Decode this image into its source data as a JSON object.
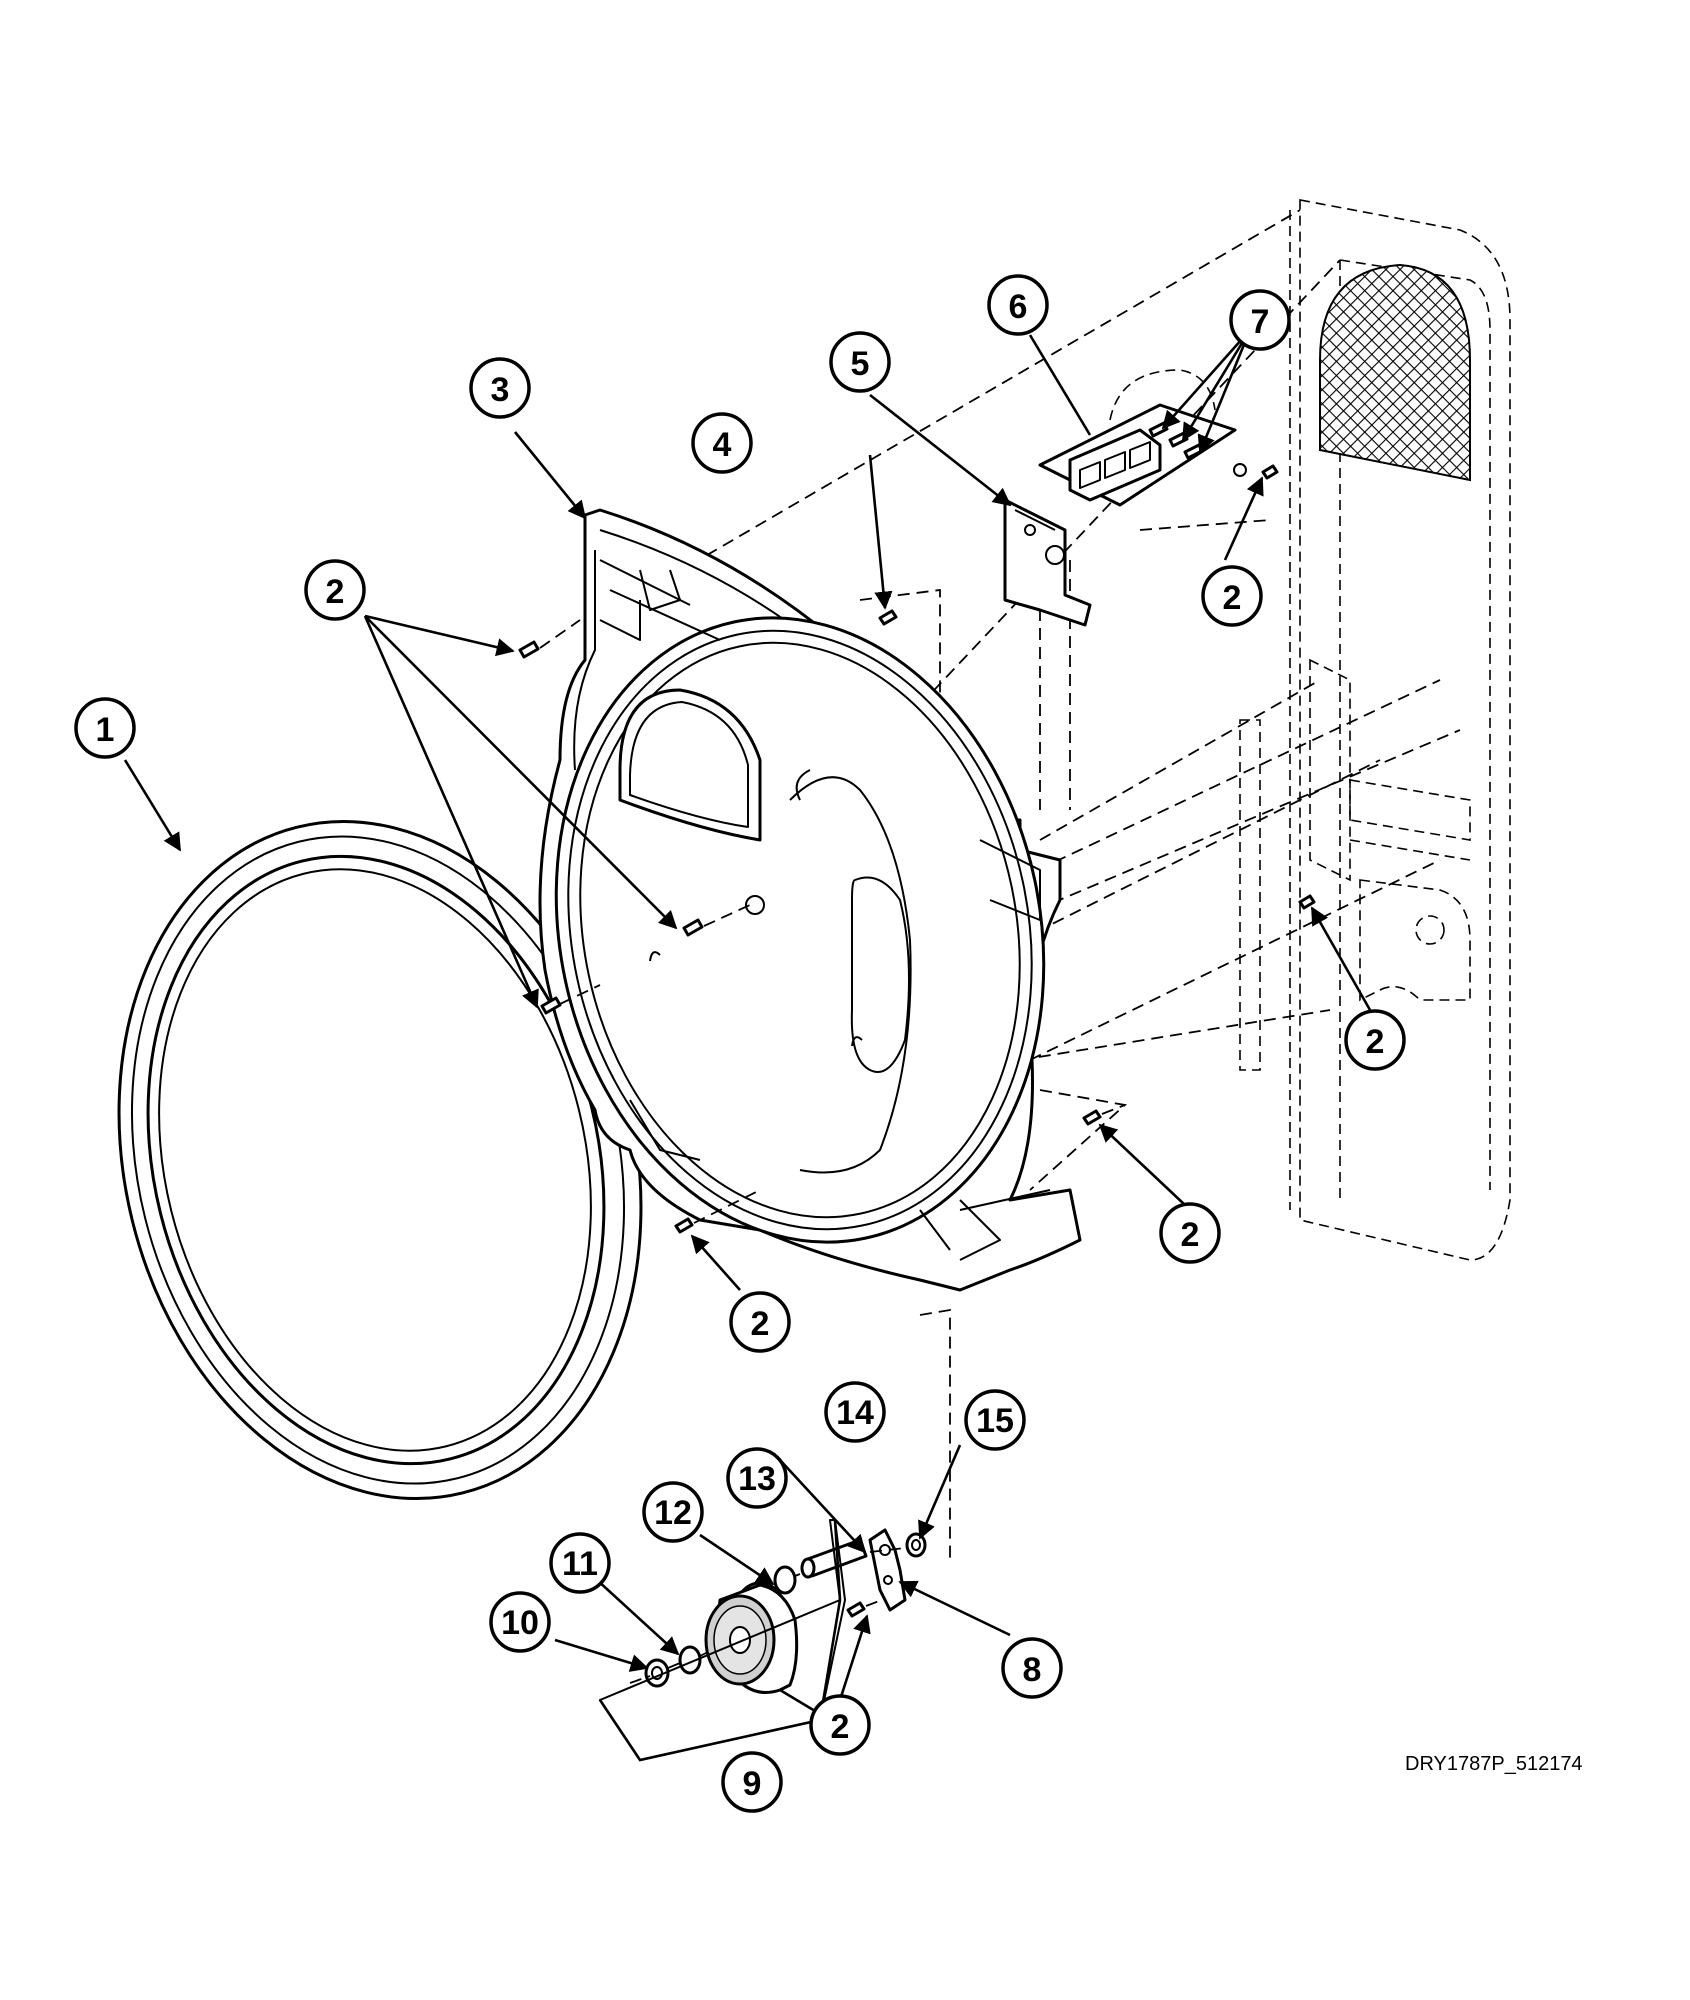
{
  "drawing_id": "DRY1787P_512174",
  "callouts": [
    {
      "label": "1",
      "part": "door-seal-ring"
    },
    {
      "label": "2",
      "part": "screw"
    },
    {
      "label": "3",
      "part": "front-bulkhead-panel"
    },
    {
      "label": "4",
      "part": "screw"
    },
    {
      "label": "5",
      "part": "mounting-bracket"
    },
    {
      "label": "6",
      "part": "terminal-block"
    },
    {
      "label": "7",
      "part": "terminal-screws"
    },
    {
      "label": "8",
      "part": "roller-bracket"
    },
    {
      "label": "9",
      "part": "drum-roller"
    },
    {
      "label": "10",
      "part": "retaining-ring"
    },
    {
      "label": "11",
      "part": "washer"
    },
    {
      "label": "12",
      "part": "washer"
    },
    {
      "label": "13",
      "part": "roller-shaft"
    },
    {
      "label": "14",
      "part": "roller-kit"
    },
    {
      "label": "15",
      "part": "nut"
    }
  ]
}
